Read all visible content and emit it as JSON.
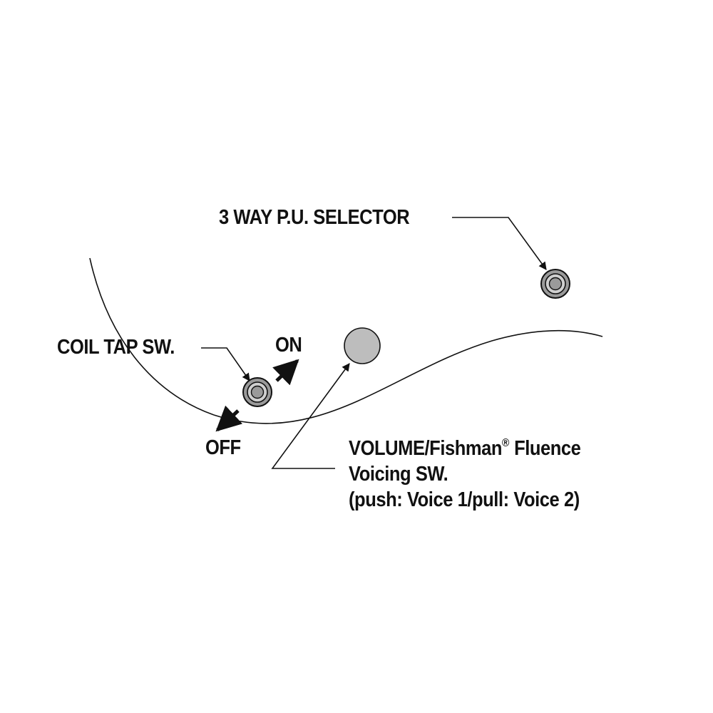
{
  "labels": {
    "selector": "3 WAY P.U. SELECTOR",
    "coil_tap": "COIL TAP SW.",
    "on": "ON",
    "off": "OFF",
    "volume_line1_prefix": "VOLUME/Fishman",
    "volume_line1_reg": "®",
    "volume_line1_suffix": " Fluence",
    "volume_line2": "Voicing SW.",
    "volume_line3": "(push: Voice 1/pull: Voice 2)"
  },
  "colors": {
    "line": "#111111",
    "knob_fill": "#bdbdbd",
    "switch_ring": "#9a9a9a",
    "background": "#ffffff"
  }
}
